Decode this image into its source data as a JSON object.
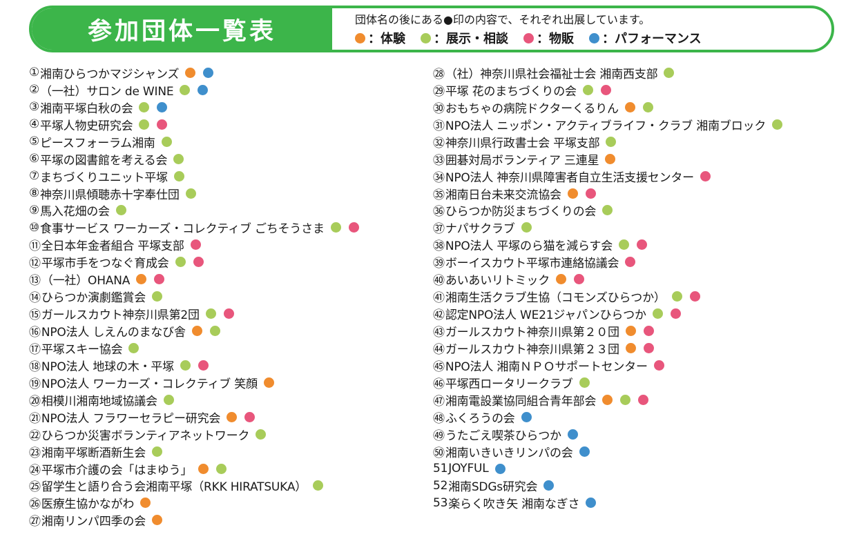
{
  "header": {
    "title": "参加団体一覧表",
    "note": "団体名の後にある●印の内容で、それぞれ出展しています。",
    "legend": [
      {
        "key": "o",
        "label": "：体験",
        "color": "#f08c2e"
      },
      {
        "key": "g",
        "label": "：展示・相談",
        "color": "#a8cc5a"
      },
      {
        "key": "p",
        "label": "：物販",
        "color": "#e8567c"
      },
      {
        "key": "b",
        "label": "：パフォーマンス",
        "color": "#3f8fcc"
      }
    ]
  },
  "colors": {
    "o": "#f08c2e",
    "g": "#a8cc5a",
    "p": "#e8567c",
    "b": "#3f8fcc",
    "accent": "#3cb54a"
  },
  "left_column": [
    {
      "num": "①",
      "name": "湘南ひらつかマジシャンズ",
      "dots": [
        "o",
        "b"
      ]
    },
    {
      "num": "②",
      "name": "（一社）サロン de WINE",
      "dots": [
        "g",
        "b"
      ]
    },
    {
      "num": "③",
      "name": "湘南平塚白秋の会",
      "dots": [
        "g",
        "b"
      ]
    },
    {
      "num": "④",
      "name": "平塚人物史研究会",
      "dots": [
        "g",
        "p"
      ]
    },
    {
      "num": "⑤",
      "name": "ピースフォーラム湘南",
      "dots": [
        "g"
      ]
    },
    {
      "num": "⑥",
      "name": "平塚の図書館を考える会",
      "dots": [
        "g"
      ]
    },
    {
      "num": "⑦",
      "name": "まちづくりユニット平塚",
      "dots": [
        "g"
      ]
    },
    {
      "num": "⑧",
      "name": "神奈川県傾聴赤十字奉仕団",
      "dots": [
        "g"
      ]
    },
    {
      "num": "⑨",
      "name": "馬入花畑の会",
      "dots": [
        "g"
      ]
    },
    {
      "num": "⑩",
      "name": "食事サービス ワーカーズ・コレクティブ ごちそうさま",
      "dots": [
        "g",
        "p"
      ]
    },
    {
      "num": "⑪",
      "name": "全日本年金者組合 平塚支部",
      "dots": [
        "p"
      ]
    },
    {
      "num": "⑫",
      "name": "平塚市手をつなぐ育成会",
      "dots": [
        "g",
        "p"
      ]
    },
    {
      "num": "⑬",
      "name": "（一社）OHANA",
      "dots": [
        "o",
        "p"
      ]
    },
    {
      "num": "⑭",
      "name": "ひらつか演劇鑑賞会",
      "dots": [
        "g"
      ]
    },
    {
      "num": "⑮",
      "name": "ガールスカウト神奈川県第2団",
      "dots": [
        "g",
        "p"
      ]
    },
    {
      "num": "⑯",
      "name": "NPO法人 しえんのまなび舎",
      "dots": [
        "o",
        "g"
      ]
    },
    {
      "num": "⑰",
      "name": "平塚スキー協会",
      "dots": [
        "g"
      ]
    },
    {
      "num": "⑱",
      "name": "NPO法人 地球の木・平塚",
      "dots": [
        "g",
        "p"
      ]
    },
    {
      "num": "⑲",
      "name": "NPO法人 ワーカーズ・コレクティブ 笑顔",
      "dots": [
        "o"
      ]
    },
    {
      "num": "⑳",
      "name": "相模川湘南地域協議会",
      "dots": [
        "g"
      ]
    },
    {
      "num": "㉑",
      "name": "NPO法人 フラワーセラピー研究会",
      "dots": [
        "o",
        "p"
      ]
    },
    {
      "num": "㉒",
      "name": "ひらつか災害ボランティアネットワーク",
      "dots": [
        "g"
      ]
    },
    {
      "num": "㉓",
      "name": "湘南平塚断酒新生会",
      "dots": [
        "g"
      ]
    },
    {
      "num": "㉔",
      "name": "平塚市介護の会「はまゆう」",
      "dots": [
        "o",
        "g"
      ]
    },
    {
      "num": "㉕",
      "name": "留学生と語り合う会湘南平塚（RKK HIRATSUKA）",
      "dots": [
        "g"
      ]
    },
    {
      "num": "㉖",
      "name": "医療生協かながわ",
      "dots": [
        "o"
      ]
    },
    {
      "num": "㉗",
      "name": "湘南リンパ四季の会",
      "dots": [
        "o"
      ]
    }
  ],
  "right_column": [
    {
      "num": "㉘",
      "name": "（社）神奈川県社会福祉士会 湘南西支部",
      "dots": [
        "g"
      ]
    },
    {
      "num": "㉙",
      "name": "平塚 花のまちづくりの会",
      "dots": [
        "g",
        "p"
      ]
    },
    {
      "num": "㉚",
      "name": "おもちゃの病院ドクターくるりん",
      "dots": [
        "o",
        "g"
      ]
    },
    {
      "num": "㉛",
      "name": "NPO法人 ニッポン・アクティブライフ・クラブ 湘南ブロック",
      "dots": [
        "g"
      ]
    },
    {
      "num": "㉜",
      "name": "神奈川県行政書士会 平塚支部",
      "dots": [
        "g"
      ]
    },
    {
      "num": "㉝",
      "name": "囲碁対局ボランティア 三連星",
      "dots": [
        "o"
      ]
    },
    {
      "num": "㉞",
      "name": "NPO法人 神奈川県障害者自立生活支援センター",
      "dots": [
        "p"
      ]
    },
    {
      "num": "㉟",
      "name": "湘南日台未来交流協会",
      "dots": [
        "o",
        "p"
      ]
    },
    {
      "num": "㊱",
      "name": "ひらつか防災まちづくりの会",
      "dots": [
        "g"
      ]
    },
    {
      "num": "㊲",
      "name": "ナパサクラブ",
      "dots": [
        "g"
      ]
    },
    {
      "num": "㊳",
      "name": "NPO法人 平塚のら猫を減らす会",
      "dots": [
        "g",
        "p"
      ]
    },
    {
      "num": "㊴",
      "name": "ボーイスカウト平塚市連絡協議会",
      "dots": [
        "p"
      ]
    },
    {
      "num": "㊵",
      "name": "あいあいリトミック",
      "dots": [
        "o",
        "p"
      ]
    },
    {
      "num": "㊶",
      "name": "湘南生活クラブ生協（コモンズひらつか）",
      "dots": [
        "g",
        "p"
      ]
    },
    {
      "num": "㊷",
      "name": "認定NPO法人 WE21ジャパンひらつか",
      "dots": [
        "g",
        "p"
      ]
    },
    {
      "num": "㊸",
      "name": "ガールスカウト神奈川県第２０団",
      "dots": [
        "o",
        "p"
      ]
    },
    {
      "num": "㊹",
      "name": "ガールスカウト神奈川県第２３団",
      "dots": [
        "o",
        "p"
      ]
    },
    {
      "num": "㊺",
      "name": "NPO法人 湘南ＮＰＯサポートセンター",
      "dots": [
        "p"
      ]
    },
    {
      "num": "㊻",
      "name": "平塚西ロータリークラブ",
      "dots": [
        "g"
      ]
    },
    {
      "num": "㊼",
      "name": "湘南電設業協同組合青年部会",
      "dots": [
        "o",
        "g",
        "p"
      ]
    },
    {
      "num": "㊽",
      "name": "ふくろうの会",
      "dots": [
        "b"
      ]
    },
    {
      "num": "㊾",
      "name": "うたごえ喫茶ひらつか",
      "dots": [
        "b"
      ]
    },
    {
      "num": "㊿",
      "name": "湘南いきいきリンパの会",
      "dots": [
        "b"
      ]
    },
    {
      "num": "51",
      "name": "JOYFUL",
      "dots": [
        "b"
      ]
    },
    {
      "num": "52",
      "name": "湘南SDGs研究会",
      "dots": [
        "b"
      ]
    },
    {
      "num": "53",
      "name": "楽らく吹き矢 湘南なぎさ",
      "dots": [
        "b"
      ]
    }
  ]
}
